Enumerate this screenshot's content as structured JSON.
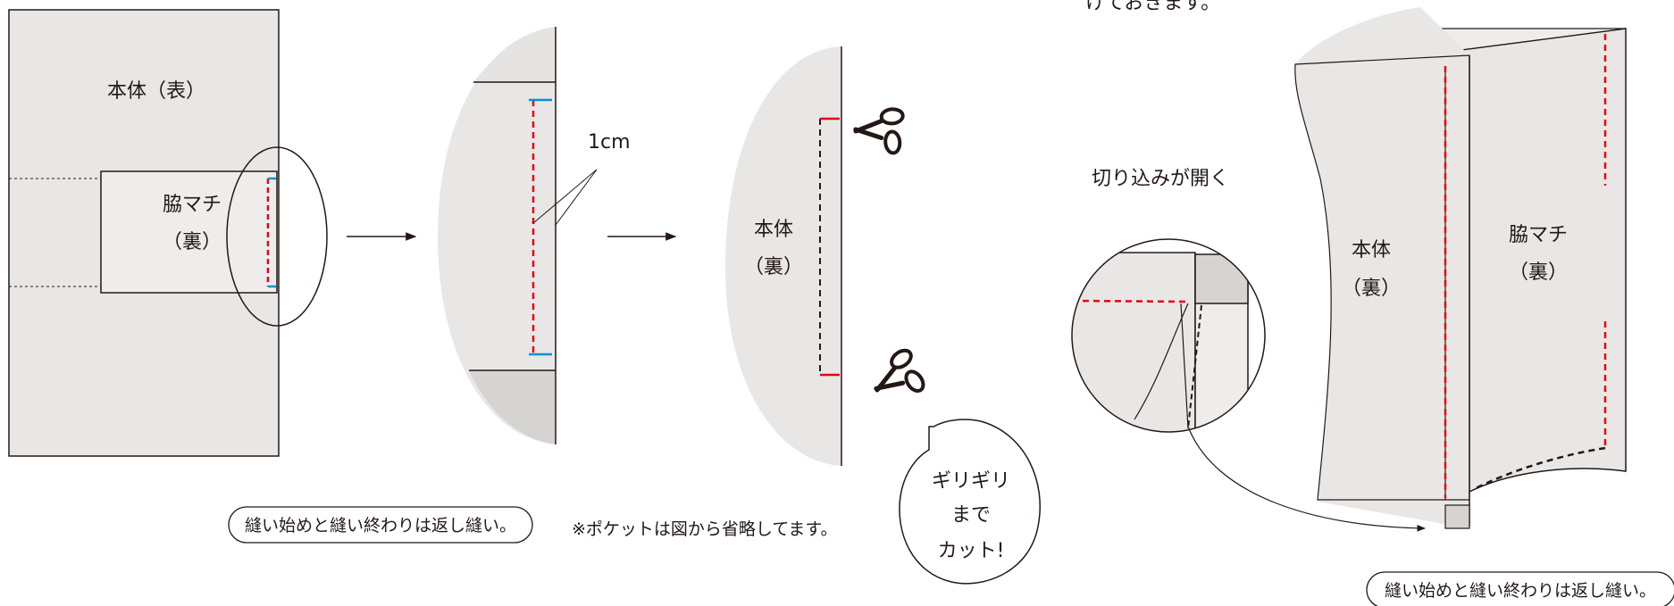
{
  "labels": {
    "body_front": "本体（表）",
    "side_gusset": "脇マチ",
    "back": "（裏）",
    "body": "本体",
    "one_cm": "1cm",
    "cut_opens": "切り込みが開く",
    "truncated_top": "けておきます。",
    "backstitch_note": "縫い始めと縫い終わりは返し縫い。",
    "pocket_note": "※ポケットは図から省略してます。",
    "bubble_line1": "ギリギリ",
    "bubble_line2": "まで",
    "bubble_line3": "カット!"
  },
  "colors": {
    "fabric": "#e9e7e6",
    "fabric_dark": "#d6d4d3",
    "line": "#231815",
    "stitch_red": "#e60012",
    "stitch_blue": "#0094d8"
  },
  "icons": [
    "scissors-icon",
    "arrow-right-icon"
  ]
}
